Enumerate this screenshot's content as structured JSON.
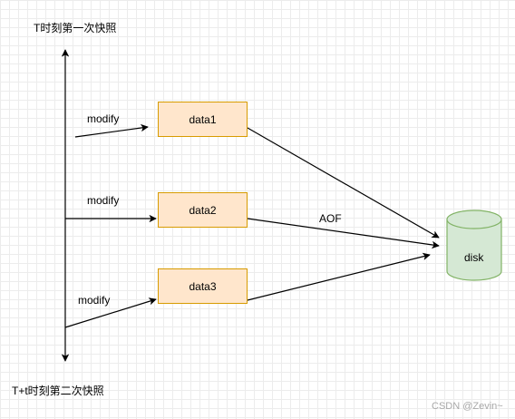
{
  "snapshots": {
    "first": "T时刻第一次快照",
    "second": "T+t时刻第二次快照"
  },
  "modify_labels": [
    "modify",
    "modify",
    "modify"
  ],
  "data_boxes": [
    "data1",
    "data2",
    "data3"
  ],
  "aof_label": "AOF",
  "disk_label": "disk",
  "watermark": "CSDN @Zevin~",
  "colors": {
    "box_fill": "#ffe6cc",
    "box_stroke": "#d79b00",
    "disk_fill": "#d5e8d4",
    "disk_stroke": "#82b366",
    "grid": "#ececec"
  }
}
